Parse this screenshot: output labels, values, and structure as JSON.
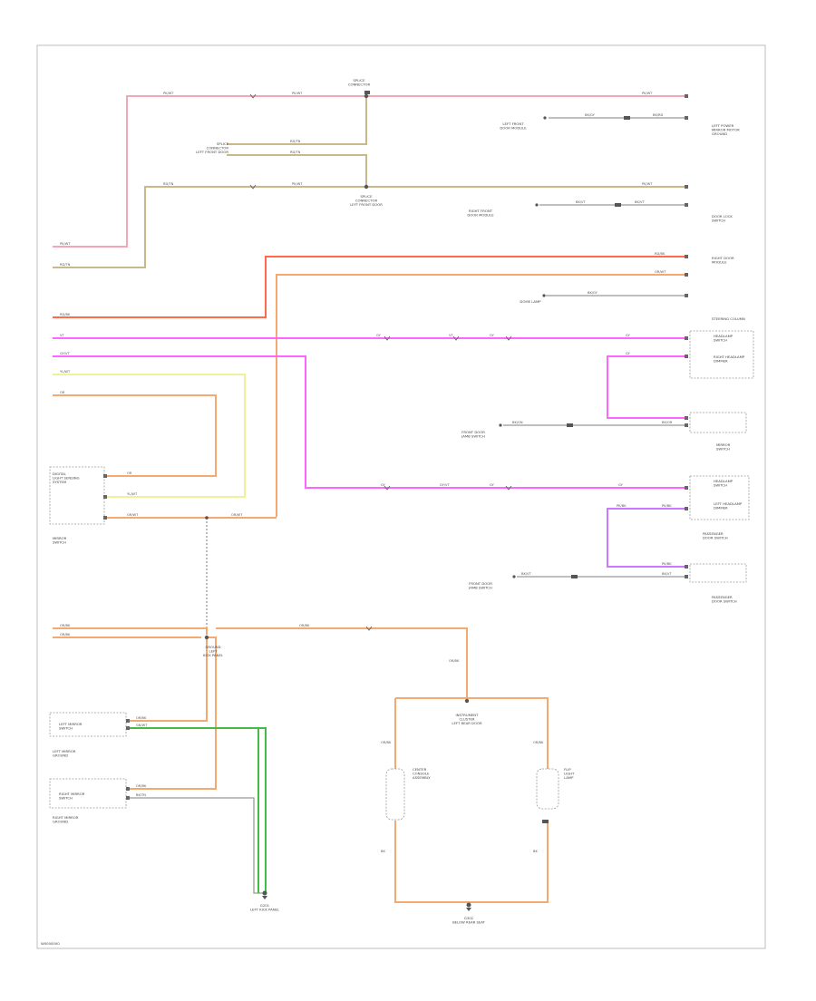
{
  "diagram": {
    "footer_code": "W0000000",
    "wire_colors": {
      "pink_white": "#f4a6b4",
      "red_tan": "#c7b98a",
      "red": "#ff6b4a",
      "orange": "#f5a870",
      "magenta": "#ff66ff",
      "violet": "#cc77ff",
      "yellow": "#f1f19a",
      "green": "#44bb44",
      "gray": "#999999"
    },
    "wire_labels": {
      "pk_wt": "PK/WT",
      "rd_tn": "RD/TN",
      "rd_bk": "RD/BK",
      "rd_wt": "RD/WT",
      "or_wt": "OR/WT",
      "or_bk": "OR/BK",
      "gy_vt": "GY/VT",
      "bk_gy": "BK/GY",
      "bk_rd": "BK/RD",
      "bk_vt": "BK/VT",
      "vt": "VT",
      "yl_wt": "YL/WT",
      "or": "OR",
      "gn_wt": "GN/WT",
      "bk_gn": "BK/GN",
      "bk_or": "BK/OR",
      "pk_bk": "PK/BK",
      "bk_tn": "BK/TN",
      "gy": "GY",
      "bk": "BK"
    },
    "components": {
      "upper_pick": "SPLICE\nCONNECTOR",
      "splice_mid": "SPLICE\nCONNECTOR\nLEFT FRONT DOOR",
      "orig_lt": "DIGITAL\nLIGHT SENSING\nSYSTEM",
      "orig_rt": "RIGHT DOOR\nMODULE",
      "ground_lt": "LEFT MIRROR\nGROUND",
      "ground_rt": "RIGHT MIRROR\nGROUND",
      "lf_door": "LEFT FRONT\nDOOR MODULE",
      "rf_door": "RIGHT FRONT\nDOOR MODULE",
      "steering": "STEERING COLUMN",
      "lt_power_door": "LEFT POWER\nMIRROR MOTOR\nGROUND",
      "ddlt_switch": "DOOR LOCK\nSWITCH",
      "dome": "DOME LAMP",
      "hdlp_switch": "HEADLAMP\nSWITCH",
      "rt_headlamp": "RIGHT HEADLAMP\nDIMMER",
      "lt_headlamp": "LEFT HEADLAMP\nDIMMER",
      "front_door": "FRONT DOOR\nJAMB SWITCH",
      "pass_door": "PASSENGER\nDOOR SWITCH",
      "mirror_sw": "MIRROR\nSWITCH",
      "ground_mid": "GROUND\nLEFT\nKICK PANEL",
      "lt_mirror": "LEFT MIRROR\nSWITCH",
      "rt_mirror": "RIGHT MIRROR\nSWITCH",
      "ground_lkp": "G201\nLEFT KICK PANEL",
      "cluster": "INSTRUMENT\nCLUSTER\nLEFT REAR DOOR",
      "center_assy": "CENTER\nCONSOLE\nASSEMBLY",
      "flip": "FLIP\nLIGHT\nLAMP",
      "ground_bot": "G302\nBELOW REAR SEAT"
    }
  }
}
